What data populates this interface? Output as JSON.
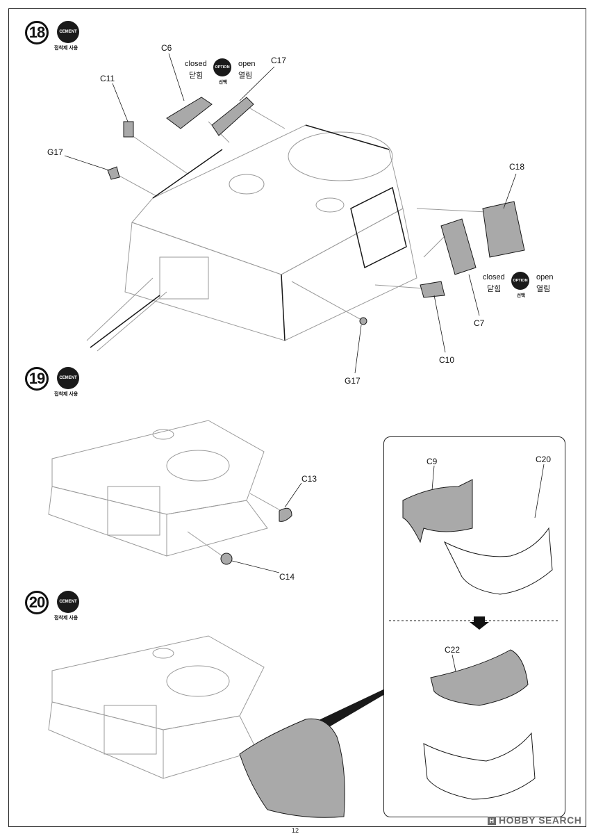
{
  "steps": [
    {
      "number": "18",
      "cement_label": "CEMENT",
      "cement_caption": "접착제 사용"
    },
    {
      "number": "19",
      "cement_label": "CEMENT",
      "cement_caption": "접착제 사용"
    },
    {
      "number": "20",
      "cement_label": "CEMENT",
      "cement_caption": "접착제 사용"
    }
  ],
  "option_top": {
    "closed_en": "closed",
    "closed_ko": "닫힘",
    "option_label": "OPTION",
    "option_ko": "선택",
    "open_en": "open",
    "open_ko": "열림"
  },
  "option_right": {
    "closed_en": "closed",
    "closed_ko": "닫힘",
    "option_label": "OPTION",
    "option_ko": "선택",
    "open_en": "open",
    "open_ko": "열림"
  },
  "parts": {
    "c6": "C6",
    "c17": "C17",
    "c11": "C11",
    "g17_top": "G17",
    "c18": "C18",
    "c7": "C7",
    "c10": "C10",
    "g17_bottom": "G17",
    "c13": "C13",
    "c14": "C14",
    "c9": "C9",
    "c20": "C20",
    "c22": "C22"
  },
  "footer": {
    "page_number": "12",
    "watermark_icon": "H",
    "watermark": "HOBBY SEARCH"
  },
  "colors": {
    "part_fill": "#a9a9a9",
    "line": "#1a1a1a",
    "guide": "#9a9a9a",
    "accent": "#111111"
  }
}
